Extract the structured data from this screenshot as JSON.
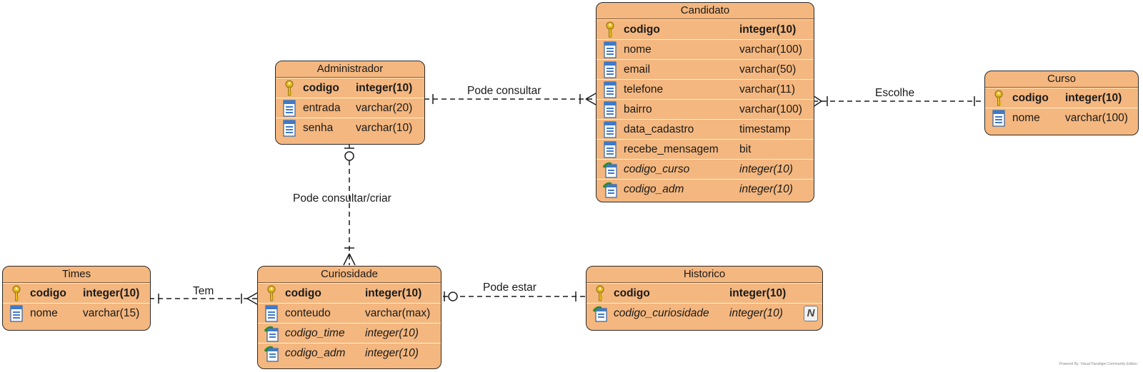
{
  "entities": {
    "administrador": {
      "title": "Administrador",
      "rows": [
        {
          "name": "codigo",
          "type": "integer(10)",
          "kind": "pk"
        },
        {
          "name": "entrada",
          "type": "varchar(20)",
          "kind": "col"
        },
        {
          "name": "senha",
          "type": "varchar(10)",
          "kind": "col"
        }
      ]
    },
    "candidato": {
      "title": "Candidato",
      "rows": [
        {
          "name": "codigo",
          "type": "integer(10)",
          "kind": "pk"
        },
        {
          "name": "nome",
          "type": "varchar(100)",
          "kind": "col"
        },
        {
          "name": "email",
          "type": "varchar(50)",
          "kind": "col"
        },
        {
          "name": "telefone",
          "type": "varchar(11)",
          "kind": "col"
        },
        {
          "name": "bairro",
          "type": "varchar(100)",
          "kind": "col"
        },
        {
          "name": "data_cadastro",
          "type": "timestamp",
          "kind": "col"
        },
        {
          "name": "recebe_mensagem",
          "type": "bit",
          "kind": "col"
        },
        {
          "name": "codigo_curso",
          "type": "integer(10)",
          "kind": "fk"
        },
        {
          "name": "codigo_adm",
          "type": "integer(10)",
          "kind": "fk"
        }
      ]
    },
    "curso": {
      "title": "Curso",
      "rows": [
        {
          "name": "codigo",
          "type": "integer(10)",
          "kind": "pk"
        },
        {
          "name": "nome",
          "type": "varchar(100)",
          "kind": "col"
        }
      ]
    },
    "times": {
      "title": "Times",
      "rows": [
        {
          "name": "codigo",
          "type": "integer(10)",
          "kind": "pk"
        },
        {
          "name": "nome",
          "type": "varchar(15)",
          "kind": "col"
        }
      ]
    },
    "curiosidade": {
      "title": "Curiosidade",
      "rows": [
        {
          "name": "codigo",
          "type": "integer(10)",
          "kind": "pk"
        },
        {
          "name": "conteudo",
          "type": "varchar(max)",
          "kind": "col"
        },
        {
          "name": "codigo_time",
          "type": "integer(10)",
          "kind": "fk"
        },
        {
          "name": "codigo_adm",
          "type": "integer(10)",
          "kind": "fk"
        }
      ]
    },
    "historico": {
      "title": "Historico",
      "rows": [
        {
          "name": "codigo",
          "type": "integer(10)",
          "kind": "pk"
        },
        {
          "name": "codigo_curiosidade",
          "type": "integer(10)",
          "kind": "fk",
          "badge": "N"
        }
      ]
    }
  },
  "relationships": {
    "pode_consultar": "Pode consultar",
    "escolhe": "Escolhe",
    "pode_consultar_criar": "Pode consultar/criar",
    "tem": "Tem",
    "pode_estar": "Pode estar"
  },
  "colors": {
    "entity_fill": "#f4b77f",
    "border": "#2a2a2a",
    "row_divider": "#fff1c8"
  },
  "icons": {
    "pk": "key-icon",
    "col": "column-icon",
    "fk": "foreign-key-column-icon"
  },
  "watermark": "Powered By: Visual Paradigm Community Edition"
}
